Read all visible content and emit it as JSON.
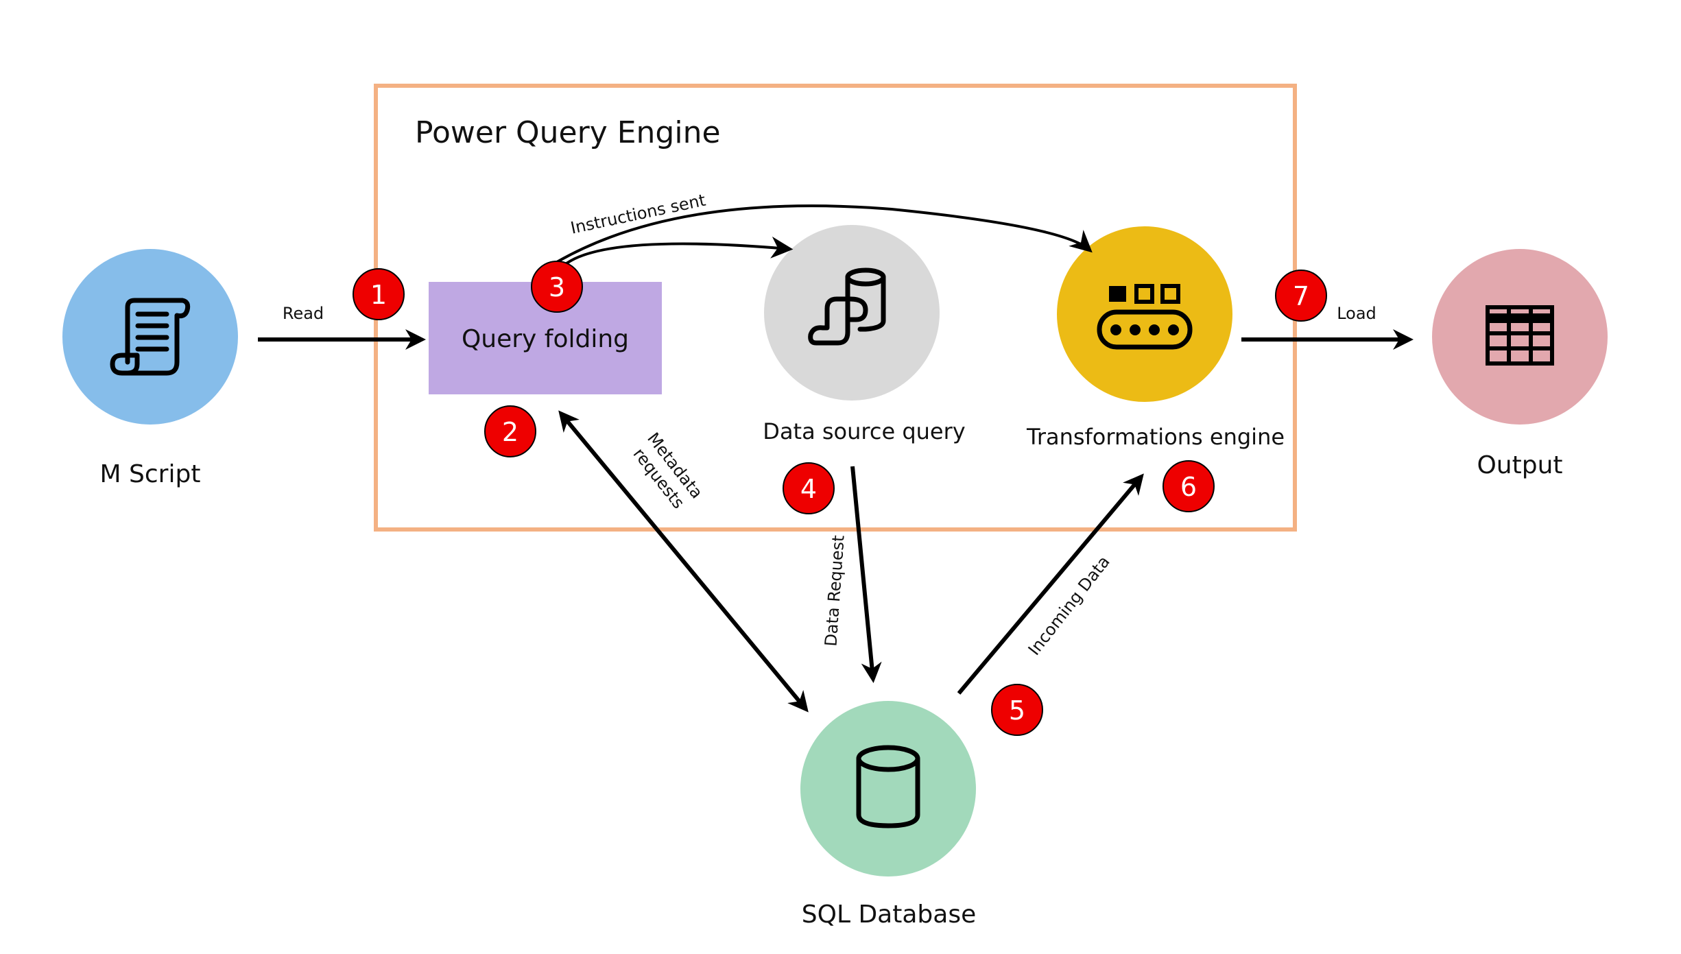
{
  "title": "Power Query Engine",
  "nodes": {
    "m_script": {
      "label": "M Script",
      "color": "#86bdea"
    },
    "query_folding": {
      "label": "Query folding",
      "color": "#bfa8e3"
    },
    "data_source_query": {
      "label": "Data source query",
      "color": "#d9d9d9"
    },
    "transformations_engine": {
      "label": "Transformations engine",
      "color": "#ecbb15"
    },
    "output": {
      "label": "Output",
      "color": "#e2a8ae"
    },
    "sql_database": {
      "label": "SQL Database",
      "color": "#a2d9bb"
    }
  },
  "edges": {
    "read": "Read",
    "instructions_sent": "Instructions sent",
    "metadata_requests_line1": "Metadata",
    "metadata_requests_line2": "requests",
    "data_request": "Data Request",
    "incoming_data": "Incoming Data",
    "load": "Load"
  },
  "steps": [
    "1",
    "2",
    "3",
    "4",
    "5",
    "6",
    "7"
  ],
  "colors": {
    "engine_border": "#f4b183",
    "step_badge": "#ee0000",
    "arrow": "#000000"
  }
}
